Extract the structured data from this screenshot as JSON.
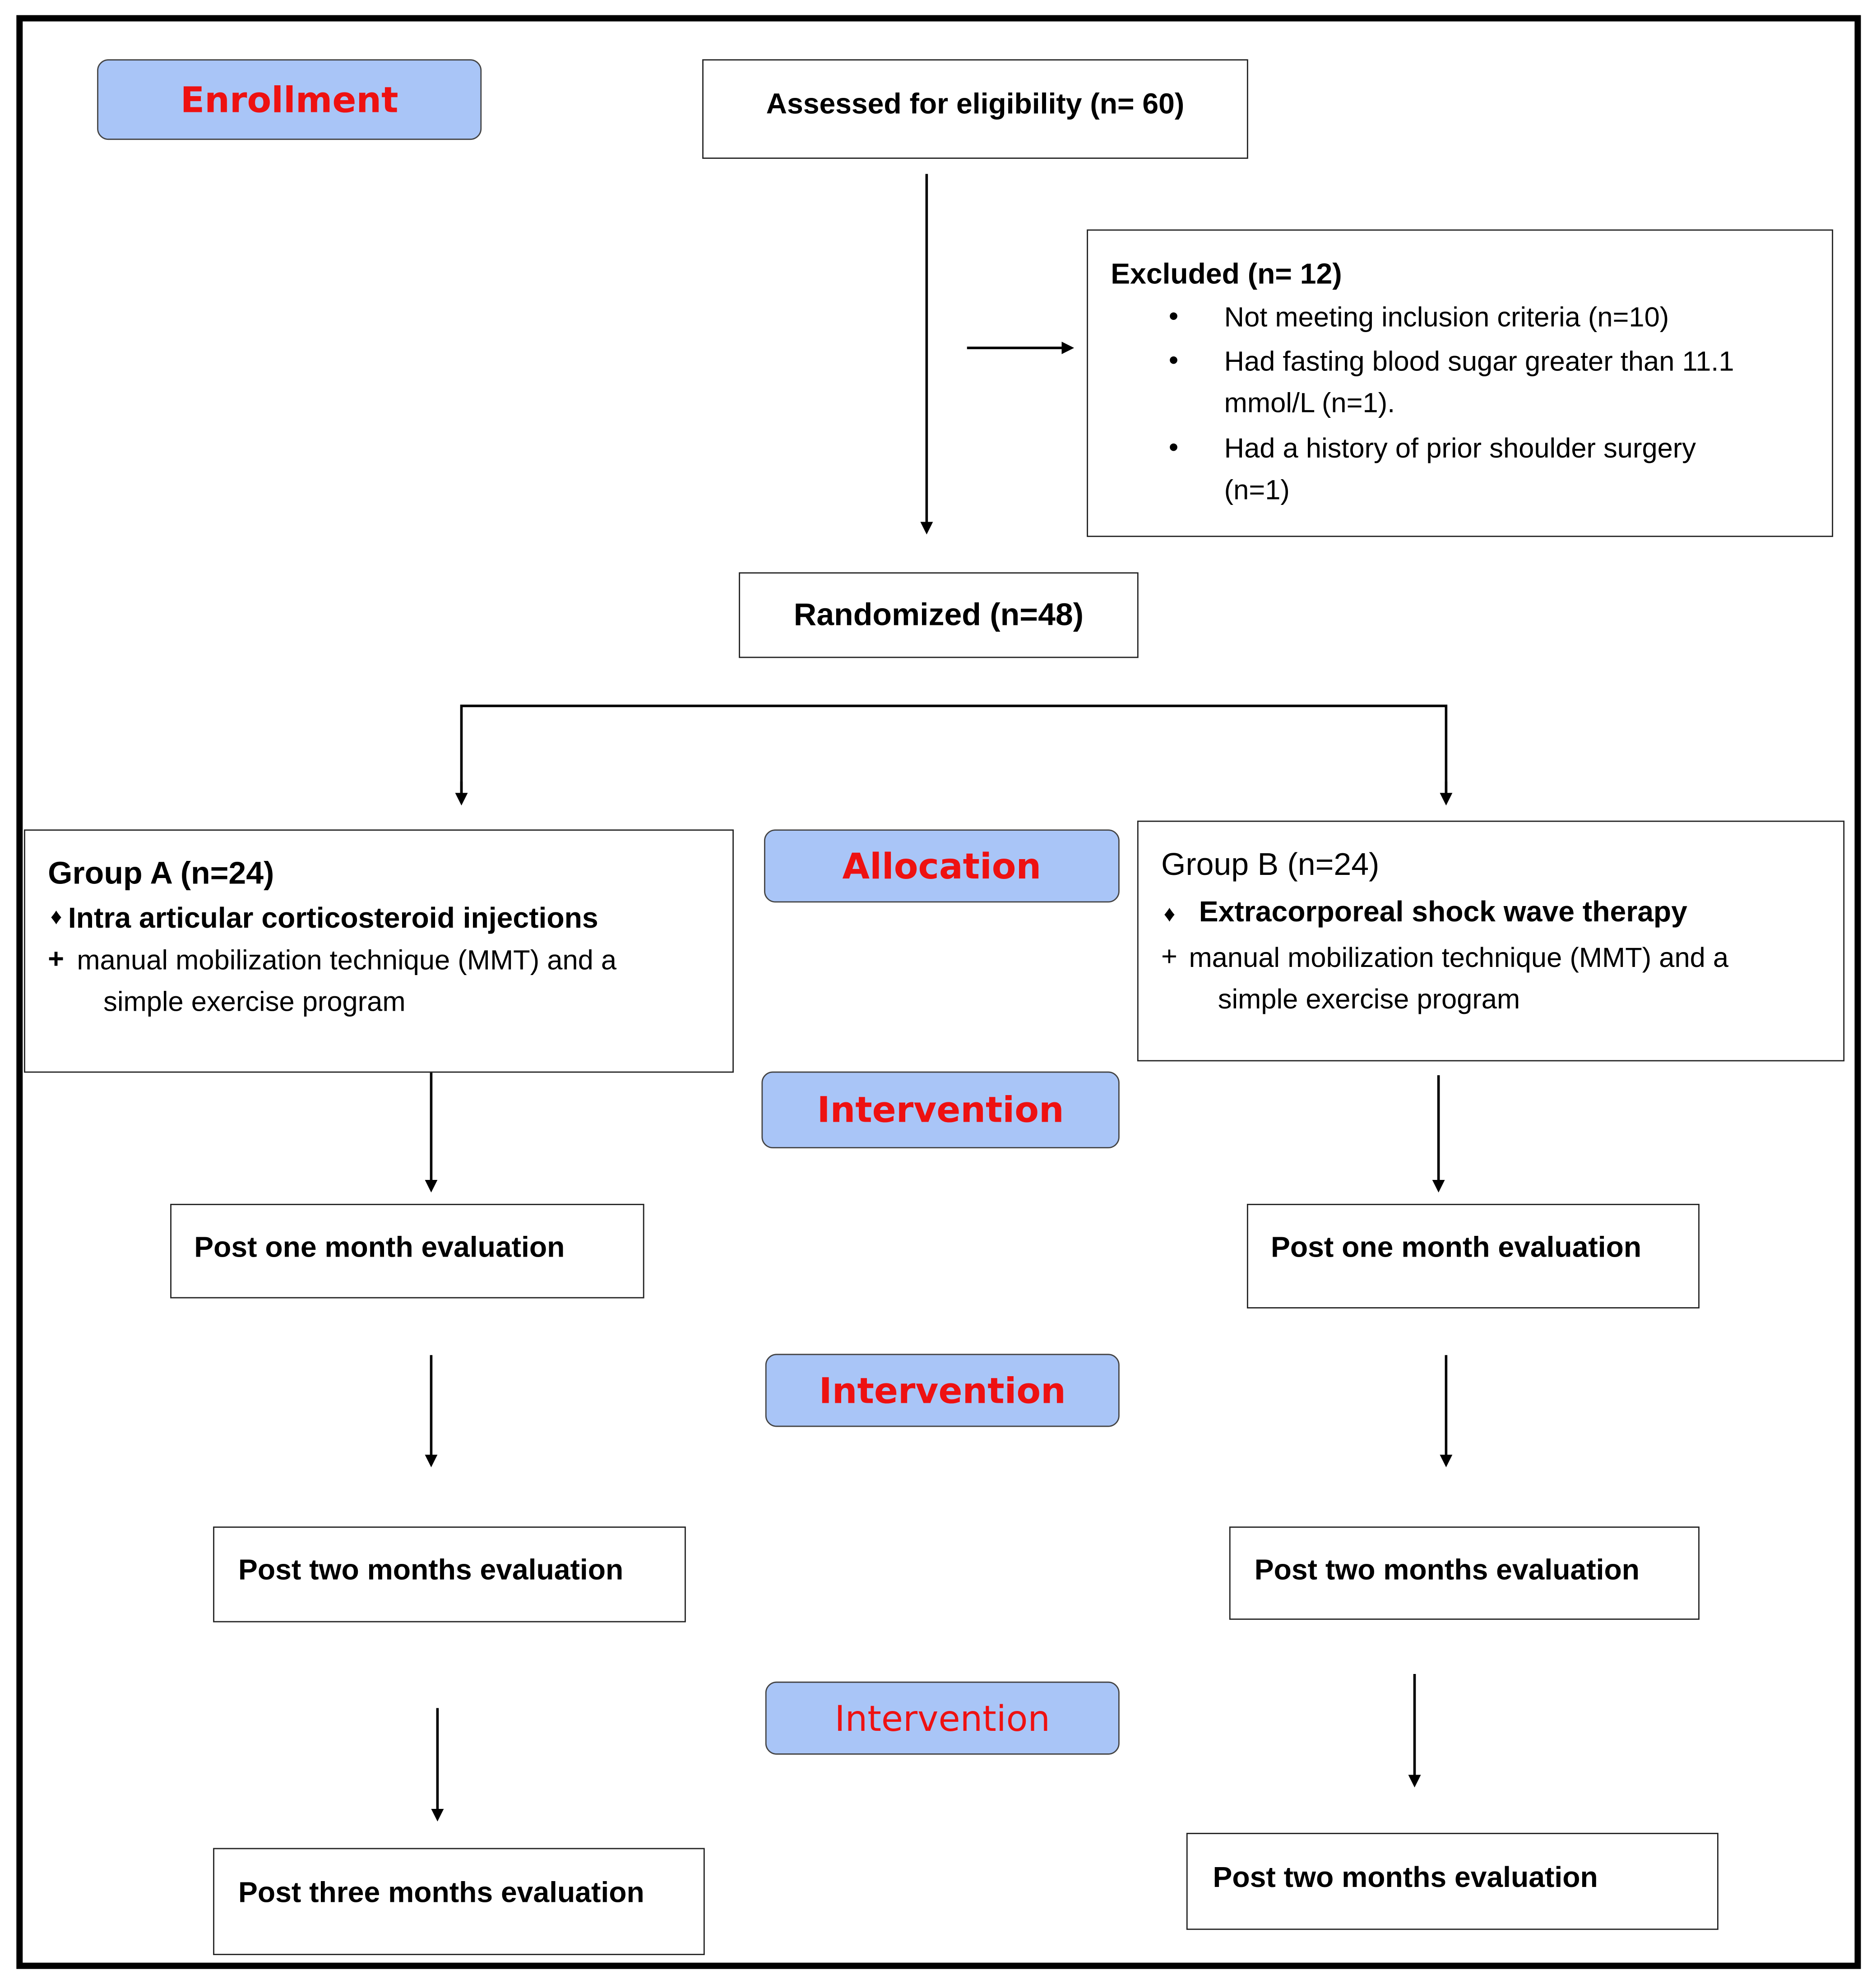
{
  "stages": {
    "enrollment": "Enrollment",
    "allocation": "Allocation",
    "intervention_1": "Intervention",
    "intervention_2": "Intervention",
    "intervention_3": "Intervention"
  },
  "assessed": "Assessed for eligibility (n= 60)",
  "excluded": {
    "title": "Excluded (n= 12)",
    "items": [
      {
        "line1": "Not meeting inclusion criteria (n=10)",
        "line2": ""
      },
      {
        "line1": "Had fasting blood sugar greater than 11.1",
        "line2": "mmol/L (n=1)."
      },
      {
        "line1": "Had a history of prior shoulder surgery",
        "line2": "(n=1)"
      }
    ]
  },
  "randomized": "Randomized (n=48)",
  "group_a": {
    "title": "Group A (n=24)",
    "treatment": "Intra articular corticosteroid injections",
    "plus_line1": "manual mobilization technique (MMT) and a",
    "plus_line2": "simple exercise program"
  },
  "group_b": {
    "title": "Group B (n=24)",
    "treatment": "Extracorporeal shock wave therapy",
    "plus_line1": "manual mobilization technique (MMT) and a",
    "plus_line2": "simple exercise program"
  },
  "evaluations": {
    "a1": "Post one month evaluation",
    "a2": "Post two months evaluation",
    "a3": "Post three months evaluation",
    "b1": "Post one month evaluation",
    "b2": "Post two months evaluation",
    "b3": "Post two months evaluation"
  },
  "colors": {
    "stage_fill": "#a9c5f7",
    "stage_text": "#ee1111",
    "line": "#000000"
  }
}
